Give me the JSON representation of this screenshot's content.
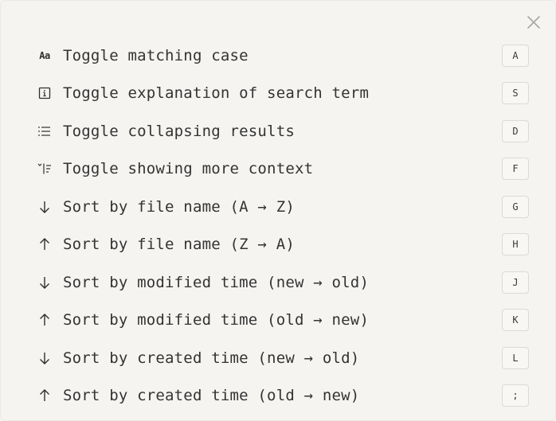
{
  "colors": {
    "background": "#f5f4f1",
    "text": "#333333",
    "key_border": "#dcdad5",
    "icon": "#2f2f2f"
  },
  "close_icon": "close-icon",
  "commands": [
    {
      "icon": "match-case-icon",
      "icon_text": "Aa",
      "label": "Toggle matching case",
      "key": "A"
    },
    {
      "icon": "info-box-icon",
      "label": "Toggle explanation of search term",
      "key": "S"
    },
    {
      "icon": "list-icon",
      "label": "Toggle collapsing results",
      "key": "D"
    },
    {
      "icon": "expand-context-icon",
      "label": "Toggle showing more context",
      "key": "F"
    },
    {
      "icon": "arrow-down-icon",
      "label": "Sort by file name (A → Z)",
      "key": "G"
    },
    {
      "icon": "arrow-up-icon",
      "label": "Sort by file name (Z → A)",
      "key": "H"
    },
    {
      "icon": "arrow-down-icon",
      "label": "Sort by modified time (new → old)",
      "key": "J"
    },
    {
      "icon": "arrow-up-icon",
      "label": "Sort by modified time (old → new)",
      "key": "K"
    },
    {
      "icon": "arrow-down-icon",
      "label": "Sort by created time (new → old)",
      "key": "L"
    },
    {
      "icon": "arrow-up-icon",
      "label": "Sort by created time (old → new)",
      "key": ";"
    }
  ]
}
